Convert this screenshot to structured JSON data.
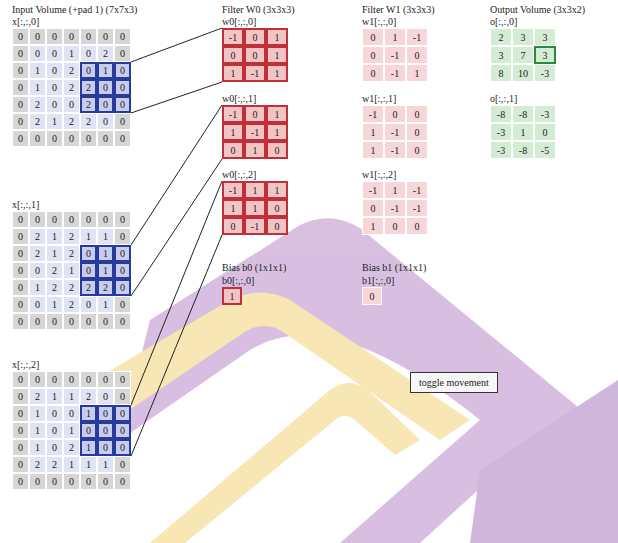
{
  "diagram": {
    "nodes": [
      {
        "text": [
          "toggle movement"
        ]
      }
    ],
    "labels": [
      "Input Volume (+pad 1) (7x7x3)",
      "Filter W0 (3x3x3)",
      "Filter W1 (3x3x3)",
      "Output Volume (3x3x2)",
      "x[:,:,0]",
      "0",
      "0",
      "0",
      "0",
      "0",
      "0",
      "0",
      "0",
      "0",
      "0",
      "1",
      "0",
      "2",
      "0",
      "0",
      "1",
      "0",
      "2",
      "0",
      "1",
      "0",
      "0",
      "1",
      "0",
      "2",
      "2",
      "0",
      "0",
      "0",
      "2",
      "0",
      "0",
      "2",
      "0",
      "0",
      "0",
      "2",
      "1",
      "2",
      "2",
      "0",
      "0",
      "0",
      "0",
      "0",
      "0",
      "0",
      "0",
      "0",
      "w0[:,:,0]",
      "-1",
      "0",
      "1",
      "0",
      "0",
      "1",
      "1",
      "-1",
      "1",
      "w1[:,:,0]",
      "0",
      "1",
      "-1",
      "0",
      "-1",
      "0",
      "0",
      "-1",
      "1",
      "o[:,:,0]",
      "2",
      "3",
      "3",
      "3",
      "7",
      "3",
      "8",
      "10",
      "-3",
      "x[:,:,1]",
      "0",
      "0",
      "0",
      "0",
      "0",
      "0",
      "0",
      "0",
      "2",
      "1",
      "2",
      "1",
      "1",
      "0",
      "0",
      "2",
      "1",
      "2",
      "0",
      "1",
      "0",
      "0",
      "0",
      "2",
      "1",
      "0",
      "1",
      "0",
      "0",
      "1",
      "2",
      "2",
      "2",
      "2",
      "0",
      "0",
      "0",
      "1",
      "2",
      "0",
      "1",
      "0",
      "0",
      "0",
      "0",
      "0",
      "0",
      "0",
      "0",
      "w0[:,:,1]",
      "-1",
      "0",
      "1",
      "1",
      "-1",
      "1",
      "0",
      "1",
      "0",
      "w1[:,:,1]",
      "-1",
      "0",
      "0",
      "1",
      "-1",
      "0",
      "1",
      "-1",
      "0",
      "o[:,:,1]",
      "-8",
      "-8",
      "-3",
      "-3",
      "1",
      "0",
      "-3",
      "-8",
      "-5",
      "x[:,:,2]",
      "0",
      "0",
      "0",
      "0",
      "0",
      "0",
      "0",
      "0",
      "2",
      "1",
      "1",
      "2",
      "0",
      "0",
      "0",
      "1",
      "0",
      "0",
      "1",
      "0",
      "0",
      "0",
      "1",
      "0",
      "1",
      "0",
      "0",
      "0",
      "0",
      "1",
      "0",
      "2",
      "1",
      "0",
      "0",
      "0",
      "2",
      "2",
      "1",
      "1",
      "1",
      "0",
      "0",
      "0",
      "0",
      "0",
      "0",
      "0",
      "0",
      "w0[:,:,2]",
      "-1",
      "1",
      "1",
      "1",
      "1",
      "0",
      "0",
      "-1",
      "0",
      "w1[:,:,2]",
      "-1",
      "1",
      "-1",
      "0",
      "-1",
      "-1",
      "1",
      "0",
      "0",
      "Bias b0 (1x1x1)",
      "b0[:,:,0]",
      "1",
      "Bias b1 (1x1x1)",
      "b1[:,:,0]",
      "0"
    ]
  }
}
